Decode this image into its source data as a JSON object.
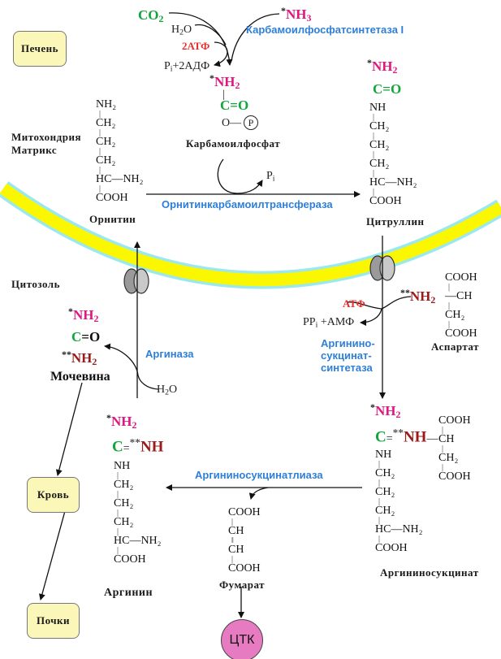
{
  "title": "Цикл мочевины",
  "compartments": {
    "liver": "Печень",
    "mito": "Митохондрия",
    "matrix": "Матрикс",
    "cytosol": "Цитозоль",
    "blood": "Кровь",
    "kidneys": "Почки",
    "tca": "ЦТК"
  },
  "inputs": {
    "co2": "CO",
    "co2_sub": "2",
    "h2o": "H",
    "h2o_sub": "2",
    "h2o_o": "O",
    "atp2": "2АТФ",
    "pi_2adp_p": "P",
    "pi_2adp_i": "i",
    "pi_2adp_rest": "+2АДФ",
    "nh3_star": "*",
    "nh3": "NH",
    "nh3_sub": "3"
  },
  "enzymes": {
    "cps1": "Карбамоилфосфатсинтетаза I",
    "otc": "Орнитинкарбамоилтрансфераза",
    "ass_1": "Аргинино-",
    "ass_2": "сукцинат-",
    "ass_3": "синтетаза",
    "asl": "Аргининосукцинатлиаза",
    "arginase": "Аргиназа"
  },
  "molecules": {
    "carbamoyl_phosphate": {
      "name": "Карбамоилфосфат",
      "star": "*",
      "nh2": "NH",
      "nh2_sub": "2",
      "co": "C=O",
      "o_link": "O—",
      "p": "P"
    },
    "ornithine": {
      "name": "Орнитин",
      "rows": [
        "NH₂",
        "CH₂",
        "CH₂",
        "CH₂",
        "HC—NH₂",
        "COOH"
      ]
    },
    "citrulline": {
      "name": "Цитруллин",
      "star": "*",
      "nh2": "NH",
      "nh2_sub": "2",
      "co": "C=O",
      "rows": [
        "NH",
        "CH₂",
        "CH₂",
        "CH₂",
        "HC—NH₂",
        "COOH"
      ]
    },
    "aspartate": {
      "name": "Аспартат",
      "nh2_star": "**",
      "nh2": "NH",
      "nh2_sub": "2",
      "rows": [
        "COOH",
        "—CH",
        "CH₂",
        "COOH"
      ]
    },
    "argininosuccinate": {
      "name": "Аргининосукцинат",
      "star": "*",
      "nh2": "NH",
      "nh2_sub": "2",
      "c": "C",
      "eq": "=",
      "nh_star": "**",
      "nh": "NH",
      "link": "—",
      "rows": [
        "NH",
        "CH₂",
        "CH₂",
        "CH₂",
        "HC—NH₂",
        "COOH"
      ],
      "succ_rows": [
        "COOH",
        "CH",
        "CH₂",
        "COOH"
      ]
    },
    "arginine": {
      "name": "Аргинин",
      "star": "*",
      "nh2": "NH",
      "nh2_sub": "2",
      "c": "C",
      "eq": "=",
      "nh_star": "**",
      "nh": "NH",
      "rows": [
        "NH",
        "CH₂",
        "CH₂",
        "CH₂",
        "HC—NH₂",
        "COOH"
      ]
    },
    "fumarate": {
      "name": "Фумарат",
      "rows": [
        "COOH",
        "CH",
        "CH",
        "COOH"
      ]
    },
    "urea": {
      "name": "Мочевина",
      "star": "*",
      "nh2": "NH",
      "nh2_sub": "2",
      "c": "C",
      "eq_o": "=O",
      "star2": "**",
      "nh2b": "NH",
      "nh2b_sub": "2"
    }
  },
  "byproducts": {
    "pi_p": "P",
    "pi_i": "i",
    "atp": "АТФ",
    "ppi_p": "PP",
    "ppi_i": "i",
    "ppi_rest": " +АМФ",
    "h2o_h": "H",
    "h2o_sub": "2",
    "h2o_o": "O"
  },
  "colors": {
    "membrane": "#fbf700",
    "membrane_edge": "#9be8ee",
    "enzyme": "#2d7fd8",
    "nitrogen1": "#e0177f",
    "carbon": "#13a53c",
    "nitrogen2": "#9b1b1b",
    "atp": "#e82a2a",
    "box": "#fbf7b8",
    "tca": "#e77bc2"
  }
}
